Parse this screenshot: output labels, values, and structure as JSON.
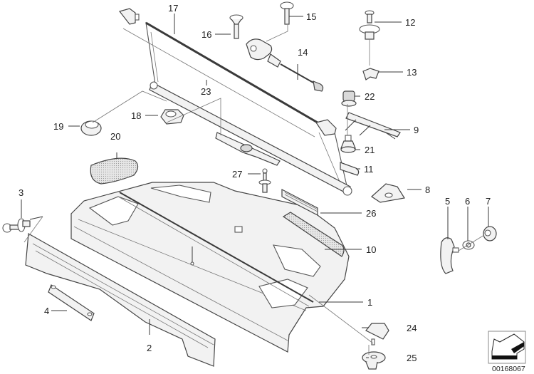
{
  "diagram": {
    "title": "Parcel shelf / rear window roller blind parts diagram",
    "drawing_number": "00168067",
    "callouts": [
      {
        "id": "1",
        "label": "1"
      },
      {
        "id": "2",
        "label": "2"
      },
      {
        "id": "3",
        "label": "3"
      },
      {
        "id": "4",
        "label": "4"
      },
      {
        "id": "5",
        "label": "5"
      },
      {
        "id": "6",
        "label": "6"
      },
      {
        "id": "7",
        "label": "7"
      },
      {
        "id": "8",
        "label": "8"
      },
      {
        "id": "9",
        "label": "9"
      },
      {
        "id": "10",
        "label": "10"
      },
      {
        "id": "11",
        "label": "11"
      },
      {
        "id": "12",
        "label": "12"
      },
      {
        "id": "13",
        "label": "13"
      },
      {
        "id": "14",
        "label": "14"
      },
      {
        "id": "15",
        "label": "15"
      },
      {
        "id": "16",
        "label": "16"
      },
      {
        "id": "17",
        "label": "17"
      },
      {
        "id": "18",
        "label": "18"
      },
      {
        "id": "19",
        "label": "19"
      },
      {
        "id": "20",
        "label": "20"
      },
      {
        "id": "21",
        "label": "21"
      },
      {
        "id": "22",
        "label": "22"
      },
      {
        "id": "23",
        "label": "23"
      },
      {
        "id": "24",
        "label": "24"
      },
      {
        "id": "25",
        "label": "25"
      },
      {
        "id": "26",
        "label": "26"
      },
      {
        "id": "27",
        "label": "27"
      }
    ],
    "nav_icon": "arrow-down-left-icon"
  }
}
